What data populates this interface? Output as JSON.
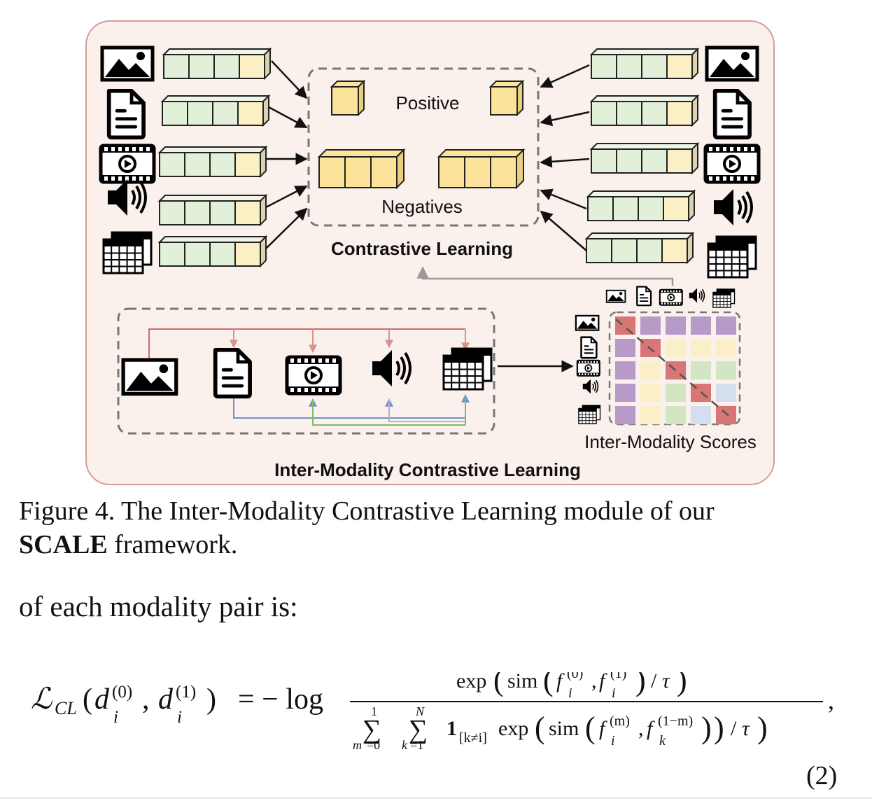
{
  "figure": {
    "positive_label": "Positive",
    "negatives_label": "Negatives",
    "contrastive_title": "Contrastive Learning",
    "scores_label": "Inter-Modality Scores",
    "module_title": "Inter-Modality Contrastive Learning",
    "modalities": [
      "image-icon",
      "document-icon",
      "video-icon",
      "audio-icon",
      "table-icon"
    ],
    "colors": {
      "panel_bg": "#fbf1ec",
      "panel_border": "#d99a95",
      "green_cell": "#e2efd9",
      "yellow_cell": "#fbefc4",
      "positive_yellow": "#fbe39a",
      "red": "#d87575",
      "purple": "#b79ac8",
      "green_score": "#d2e6c4",
      "yellow_score": "#fbefc8",
      "blue_score": "#d5deee",
      "red_arrow": "#c0504d",
      "blue_arrow": "#4f81bd",
      "green_arrow": "#70ad47",
      "purple_arrow": "#b490c8"
    }
  },
  "caption": {
    "prefix": "Figure 4. The Inter-Modality Contrastive Learning module of our",
    "bold": "SCALE",
    "suffix": " framework."
  },
  "lead_text": "of each modality pair is:",
  "equation": {
    "lhs_L": "ℒ",
    "lhs_sub": "CL",
    "lhs_args": "(d",
    "equals": "= − log",
    "numerator": "exp(sim(f",
    "denominator": "∑ ∑ 1[k≠i] exp(sim(f",
    "number": "(2)"
  }
}
